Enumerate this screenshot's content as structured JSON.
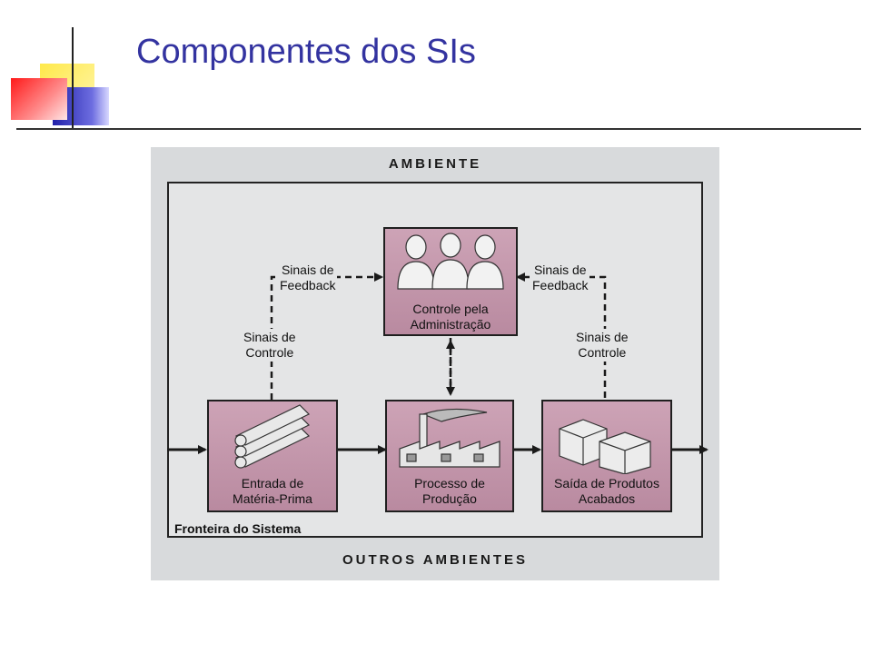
{
  "slide": {
    "title": "Componentes dos SIs"
  },
  "diagram": {
    "environment_label": "Ambiente",
    "other_environments_label": "Outros Ambientes",
    "system_boundary_label": "Fronteira do Sistema",
    "nodes": {
      "management": {
        "line1": "Controle pela",
        "line2": "Administração"
      },
      "input": {
        "line1": "Entrada de",
        "line2": "Matéria-Prima"
      },
      "process": {
        "line1": "Processo de",
        "line2": "Produção"
      },
      "output": {
        "line1": "Saída de Produtos",
        "line2": "Acabados"
      }
    },
    "edge_labels": {
      "feedback_left": {
        "line1": "Sinais de",
        "line2": "Feedback"
      },
      "feedback_right": {
        "line1": "Sinais de",
        "line2": "Feedback"
      },
      "control_left": {
        "line1": "Sinais de",
        "line2": "Controle"
      },
      "control_right": {
        "line1": "Sinais de",
        "line2": "Controle"
      }
    }
  },
  "colors": {
    "title": "#3333a0",
    "node_fill": "#c497ac",
    "figure_background": "#d8dadc"
  }
}
